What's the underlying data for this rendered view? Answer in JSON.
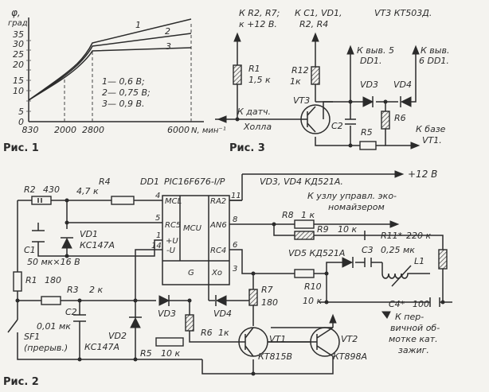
{
  "fig1": {
    "caption": "Рис. 1",
    "y_label_top": "φ,",
    "y_label_unit": "град.",
    "y_ticks": [
      "35",
      "30",
      "25",
      "20",
      "15",
      "10",
      "5",
      "0"
    ],
    "x_ticks": [
      "830",
      "2000",
      "2800",
      "6000"
    ],
    "x_unit": "N, мин⁻¹",
    "curve_labels": [
      "1",
      "2",
      "3"
    ],
    "legend": [
      "1— 0,6 В;",
      "2— 0,75 В;",
      "3— 0,9 В."
    ]
  },
  "fig3": {
    "caption": "Рис. 3",
    "note_r2r7": "К R2, R7;",
    "note_plus12": "к +12 В.",
    "note_c1vd1": "К С1, VD1,",
    "note_r2r4": "R2, R4",
    "note_vt3": "VT3  КТ503Д.",
    "note_pin5_a": "К выв. 5",
    "note_pin5_b": "DD1.",
    "note_pin6_a": "К выв.",
    "note_pin6_b": "6 DD1.",
    "r1": "R1",
    "r1_val": "1,5 к",
    "r12": "R12",
    "r12_val": "1к",
    "vt3": "VT3",
    "vd3": "VD3",
    "vd4": "VD4",
    "c2": "С2",
    "r5": "R5",
    "r6": "R6",
    "sensor_a": "К датч.",
    "sensor_b": "Холла",
    "base_a": "К базе",
    "base_b": "VT1."
  },
  "fig2": {
    "caption": "Рис. 2",
    "r2": "R2",
    "r2_val": "430",
    "r4": "R4",
    "r4_val": "4,7 к",
    "dd1": "DD1",
    "mcu_name": "PIC16F676-I/P",
    "vd34_note": "VD3, VD4  КД521А.",
    "plus12": "+12 В",
    "pins_left": [
      "MCL",
      "RC5",
      "+U",
      "-U"
    ],
    "pins_right": [
      "RA2",
      "AN6",
      "RC4",
      "Xo"
    ],
    "mcu_label": "MCU",
    "g_label": "G",
    "pin_nums": [
      "4",
      "5",
      "1",
      "14",
      "11",
      "8",
      "6",
      "3"
    ],
    "to_node_a": "К узлу управл. эко-",
    "to_node_b": "номайзером",
    "r8": "R8",
    "r8_val": "1 к",
    "r9": "R9",
    "r9_val": "10 к",
    "r11": "R11*",
    "r11_val": "220 к",
    "vd5_note": "VD5  КД521А",
    "c3": "С3",
    "c3_val": "0,25 мк",
    "l1": "L1",
    "r10": "R10",
    "r10_val": "10 к",
    "c4": "С4*",
    "c4_val": "100",
    "vd1": "VD1",
    "vd1_type": "КС147А",
    "c1": "С1",
    "c1_val": "50 мк×16 В",
    "r1": "R1",
    "r1_val": "180",
    "r3": "R3",
    "r3_val": "2 к",
    "c2": "С2",
    "c2_val": "0,01 мк",
    "sf1": "SF1",
    "sf1_note": "(прерыв.)",
    "vd2": "VD2",
    "vd2_type": "КС147А",
    "vd3": "VD3",
    "vd4": "VD4",
    "r6": "R6",
    "r6_val": "1к",
    "r5": "R5",
    "r5_val": "10 к",
    "r7": "R7",
    "r7_val": "180",
    "vt1": "VT1",
    "vt1_type": "КТ815В",
    "vt2": "VT2",
    "vt2_type": "КТ898А",
    "coil_a": "К пер-",
    "coil_b": "вичной об-",
    "coil_c": "мотке кат.",
    "coil_d": "зажиг."
  }
}
